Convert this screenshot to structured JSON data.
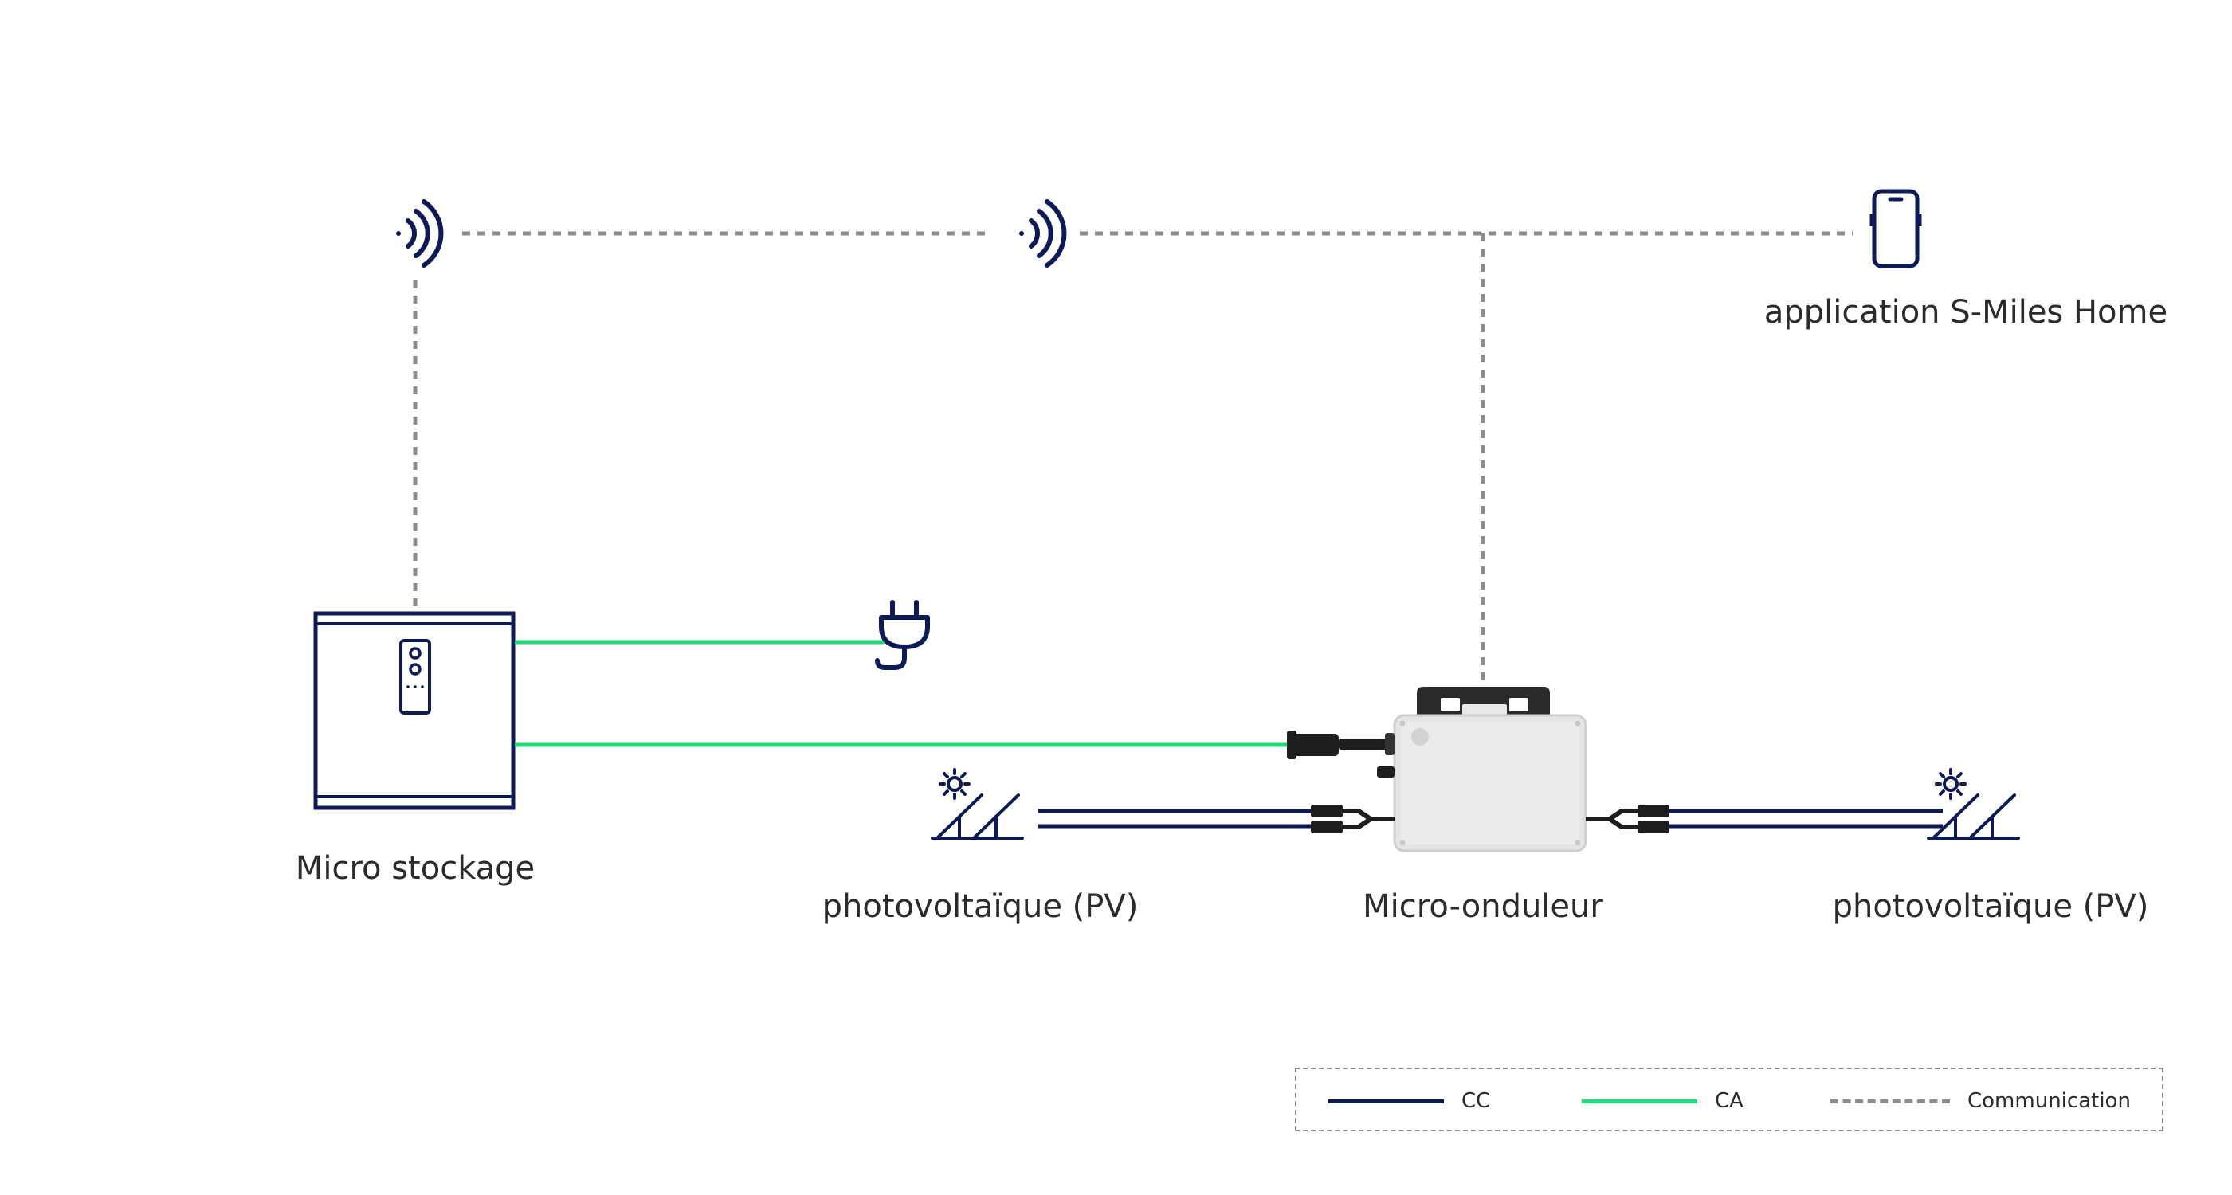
{
  "labels": {
    "storage": "Micro stockage",
    "pv_left": "photovoltaïque (PV)",
    "inverter": "Micro-onduleur",
    "pv_right": "photovoltaïque (PV)",
    "app": "application S-Miles Home"
  },
  "legend": {
    "dc": "CC",
    "ac": "CA",
    "comm": "Communication"
  },
  "colors": {
    "dc": "#0d1a55",
    "ac": "#22d97a",
    "comm": "#8c8c8c",
    "icon": "#0d1a55"
  },
  "icons": [
    "wifi-icon",
    "wifi-icon",
    "smartphone-icon",
    "plug-icon",
    "solar-panel-icon",
    "solar-panel-icon",
    "battery-storage-icon",
    "micro-inverter-icon"
  ]
}
